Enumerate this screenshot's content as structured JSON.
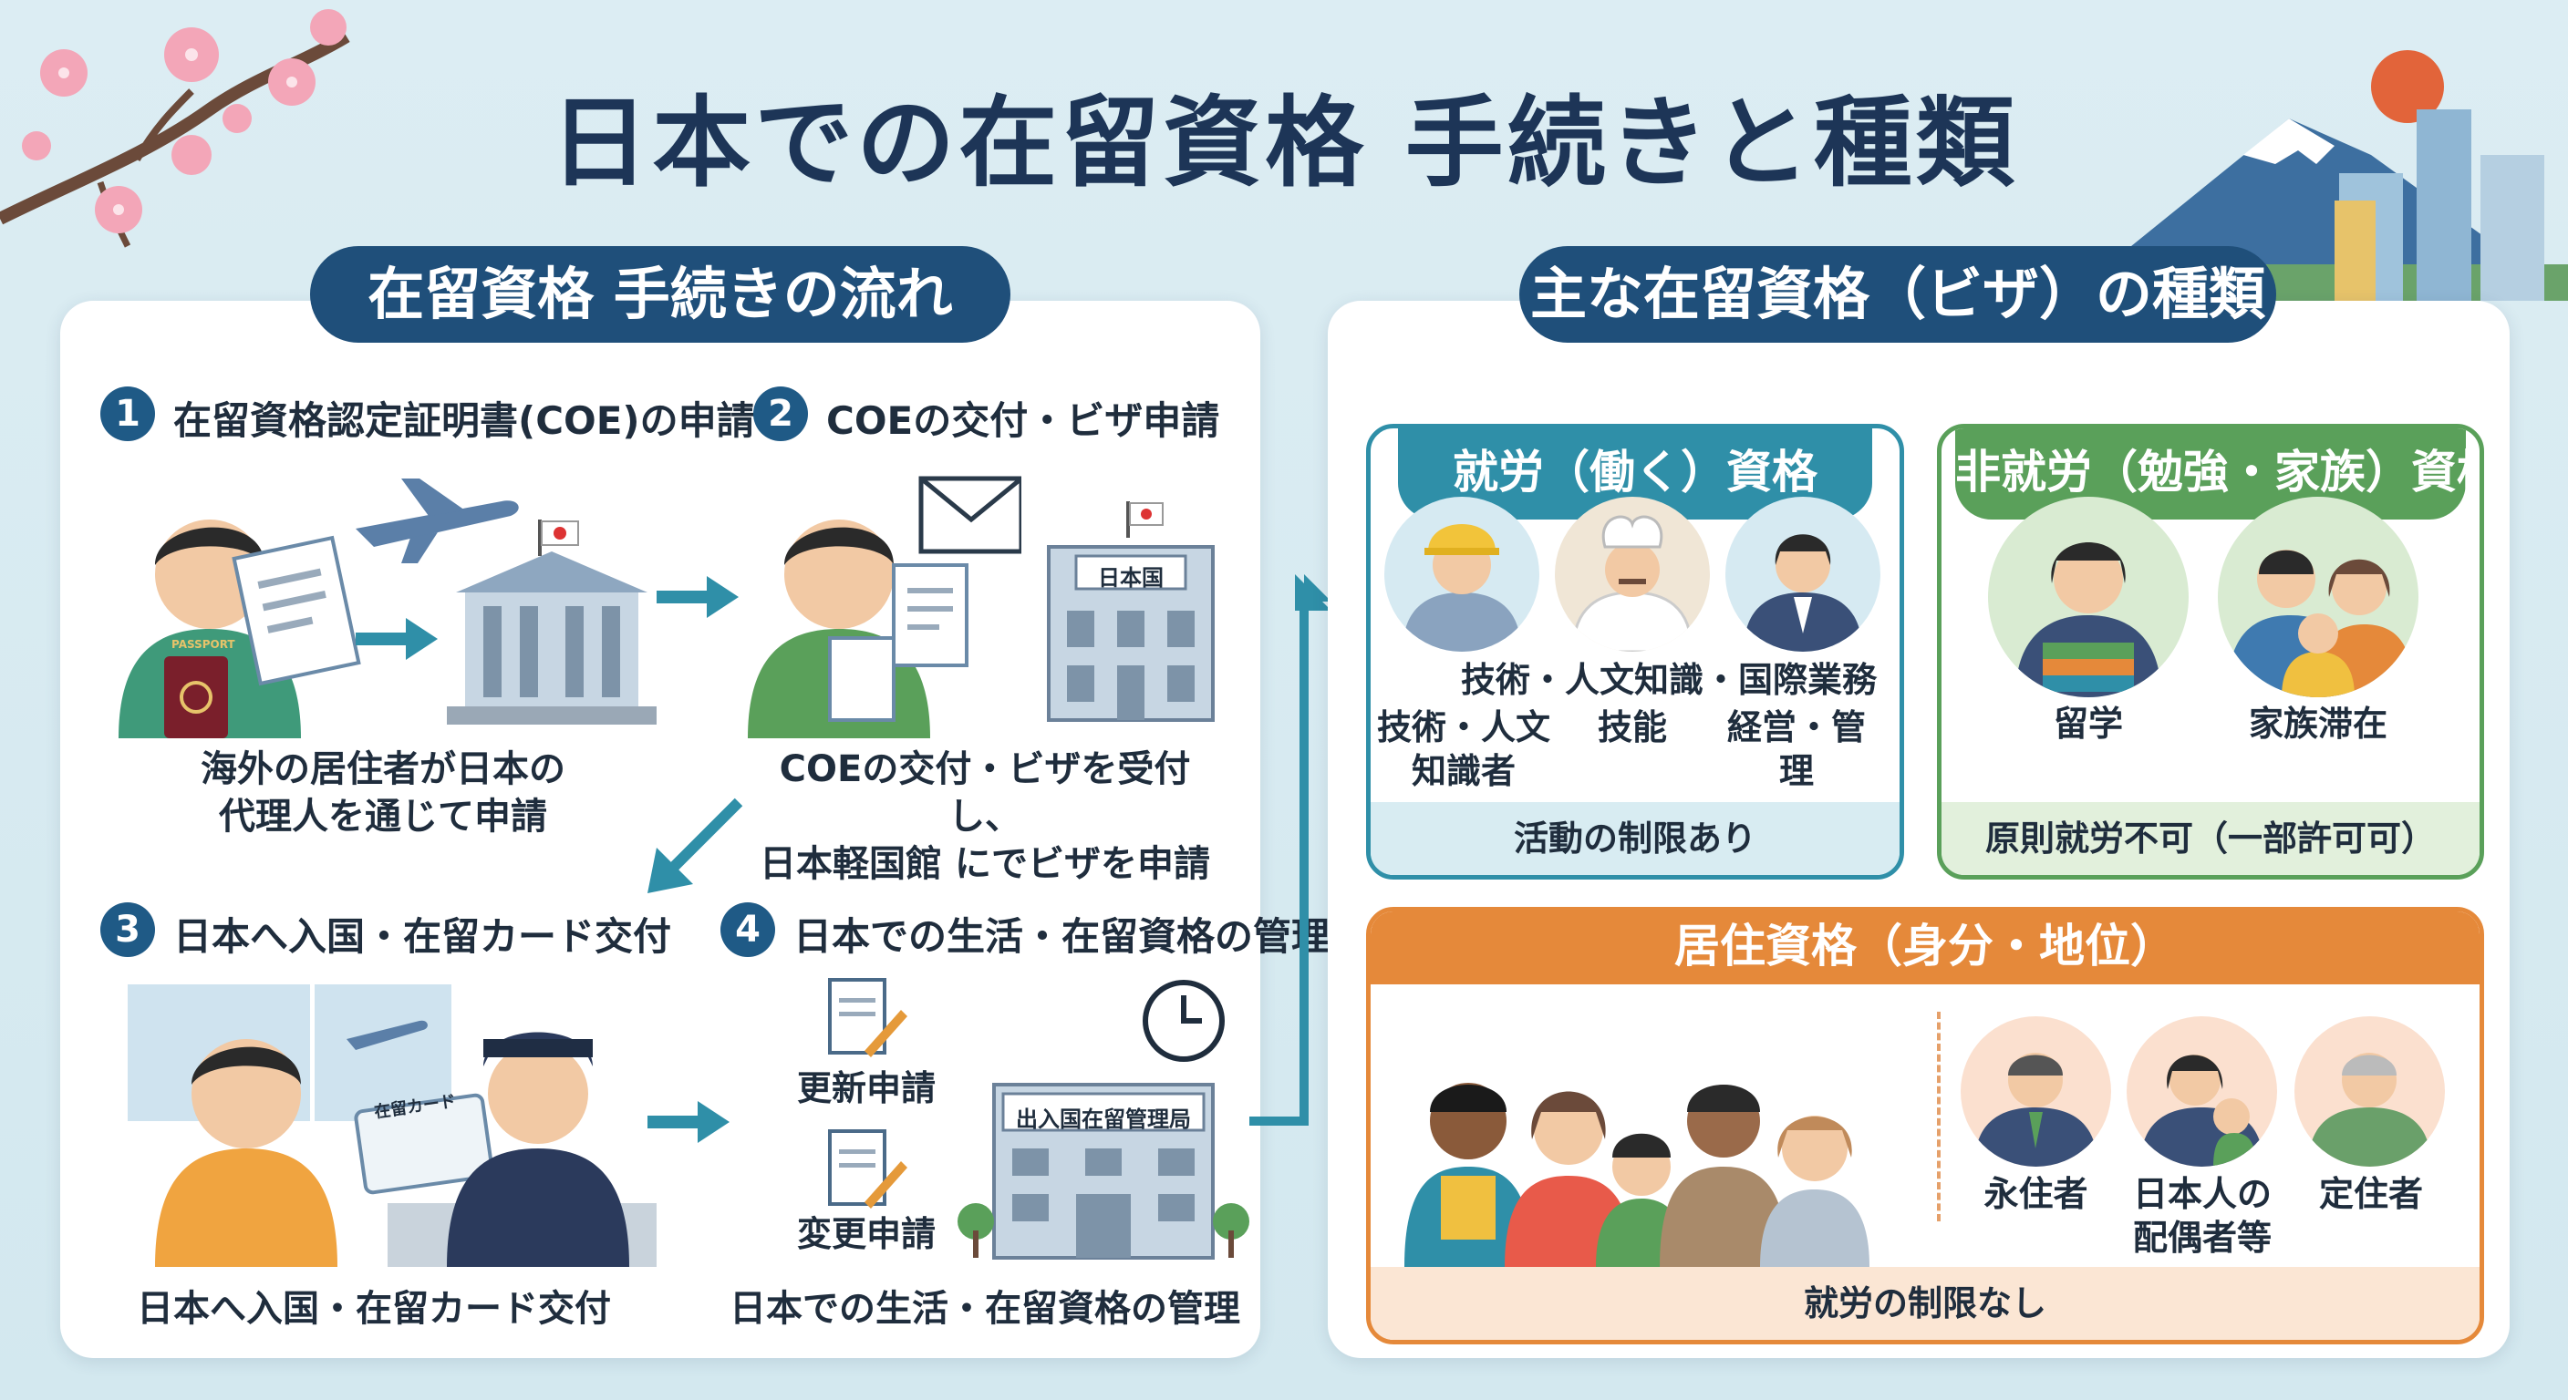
{
  "title": "日本での在留資格 手続きと種類",
  "left_panel": {
    "header": "在留資格 手続きの流れ",
    "steps": [
      {
        "num": "1",
        "title": "在留資格認定証明書(COE)の申請",
        "caption_lines": [
          "海外の居住者が日本の",
          "代理人を通じて申請"
        ],
        "passport_label": "PASSPORT"
      },
      {
        "num": "2",
        "title": "COEの交付・ビザ申請",
        "caption_lines": [
          "COEの交付・ビザを受付し、",
          "日本軽国館 にでビザを申請"
        ],
        "building_sign": "日本国"
      },
      {
        "num": "3",
        "title": "日本へ入国・在留カード交付",
        "caption_lines": [
          "日本へ入国・在留カード交付"
        ],
        "card_label": "在留カード"
      },
      {
        "num": "4",
        "title": "日本での生活・在留資格の管理",
        "caption_lines": [
          "日本での生活・在留資格の管理"
        ],
        "building_sign": "出入国在留管理局",
        "docs": [
          "更新申請",
          "変更申請"
        ]
      }
    ]
  },
  "right_panel": {
    "header": "主な在留資格（ビザ）の種類",
    "work": {
      "header": "就労（働く）資格",
      "labels": [
        "技術・人文知識・国際業務",
        "技術・人文",
        "知識者",
        "技能",
        "経営・管理"
      ],
      "footer": "活動の制限あり"
    },
    "nonwork": {
      "header": "非就労（勉強・家族）資格",
      "labels": [
        "留学",
        "家族滞在"
      ],
      "footer": "原則就労不可（一部許可可）"
    },
    "residence": {
      "header": "居住資格（身分・地位）",
      "labels": [
        "永住者",
        "日本人の",
        "配偶者等",
        "定住者"
      ],
      "footer": "就労の制限なし"
    }
  },
  "colors": {
    "navy": "#1f4f7a",
    "teal": "#2f8fa8",
    "green": "#5aa05a",
    "orange": "#e5893a"
  }
}
